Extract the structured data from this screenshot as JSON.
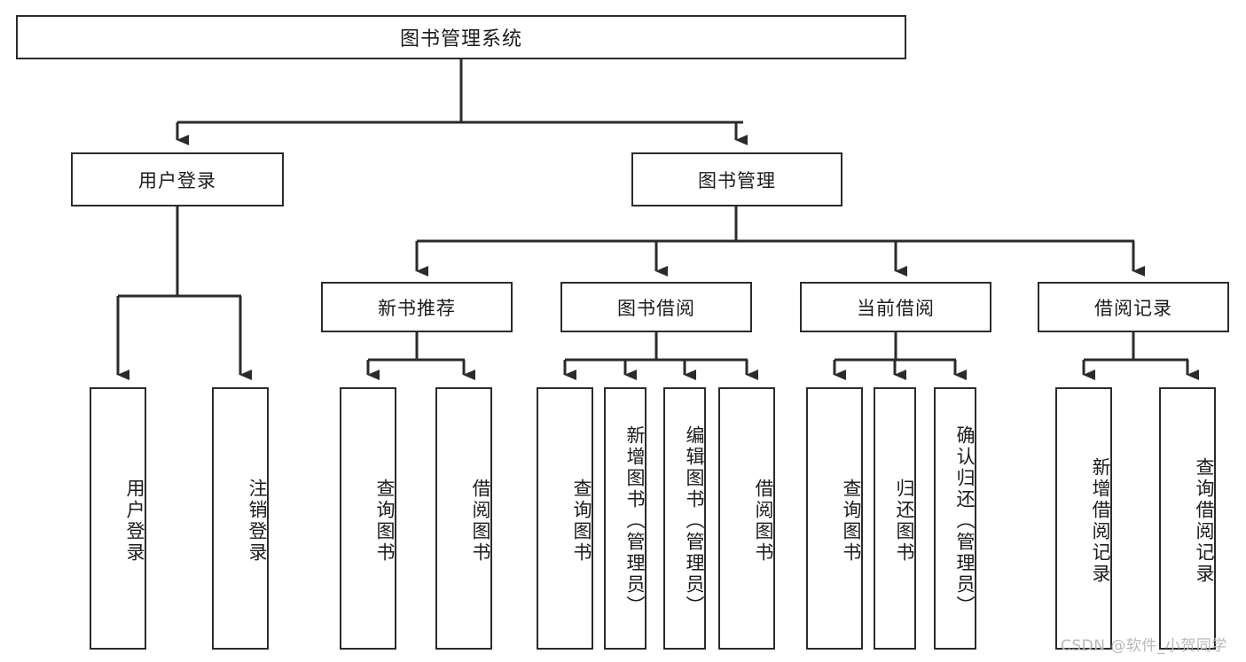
{
  "diagram": {
    "type": "tree",
    "title_node": {
      "id": "root",
      "label": "图书管理系统"
    },
    "level1": [
      {
        "id": "user-login",
        "label": "用户登录"
      },
      {
        "id": "book-manage",
        "label": "图书管理"
      }
    ],
    "level2": [
      {
        "id": "new-book-recommend",
        "label": "新书推荐",
        "parent": "book-manage"
      },
      {
        "id": "book-borrow",
        "label": "图书借阅",
        "parent": "book-manage"
      },
      {
        "id": "current-borrow",
        "label": "当前借阅",
        "parent": "book-manage"
      },
      {
        "id": "borrow-record",
        "label": "借阅记录",
        "parent": "book-manage"
      }
    ],
    "leaves": [
      {
        "id": "leaf-user-login",
        "label": "用户登录",
        "parent": "user-login"
      },
      {
        "id": "leaf-logout-login",
        "label": "注销登录",
        "parent": "user-login"
      },
      {
        "id": "leaf-query-book-1",
        "label": "查询图书",
        "parent": "new-book-recommend"
      },
      {
        "id": "leaf-borrow-book-1",
        "label": "借阅图书",
        "parent": "new-book-recommend"
      },
      {
        "id": "leaf-query-book-2",
        "label": "查询图书",
        "parent": "book-borrow"
      },
      {
        "id": "leaf-add-book",
        "label": "新增图书（管理员）",
        "parent": "book-borrow"
      },
      {
        "id": "leaf-edit-book",
        "label": "编辑图书（管理员）",
        "parent": "book-borrow"
      },
      {
        "id": "leaf-borrow-book-2",
        "label": "借阅图书",
        "parent": "book-borrow"
      },
      {
        "id": "leaf-query-book-3",
        "label": "查询图书",
        "parent": "current-borrow"
      },
      {
        "id": "leaf-return-book",
        "label": "归还图书",
        "parent": "current-borrow"
      },
      {
        "id": "leaf-confirm-return",
        "label": "确认归还（管理员）",
        "parent": "current-borrow"
      },
      {
        "id": "leaf-add-record",
        "label": "新增借阅记录",
        "parent": "borrow-record"
      },
      {
        "id": "leaf-query-record",
        "label": "查询借阅记录",
        "parent": "borrow-record"
      }
    ]
  },
  "watermark": {
    "text": "CSDN @软件_小贺同学"
  },
  "colors": {
    "stroke": "#2b2b2b",
    "text": "#1b1b1b",
    "background": "#ffffff",
    "watermark": "#b9b9b9"
  }
}
